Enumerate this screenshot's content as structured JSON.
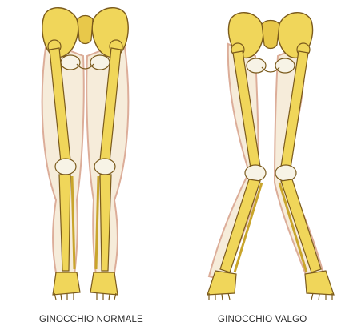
{
  "figures": [
    {
      "id": "normal",
      "caption": "GINOCCHIO NORMALE",
      "alignment": "straight"
    },
    {
      "id": "valgus",
      "caption": "GINOCCHIO VALGO",
      "alignment": "knock-knee"
    }
  ],
  "colors": {
    "bone": "#f0d65a",
    "bone_shadow": "#c9a52c",
    "bone_outline": "#7a5a1c",
    "flesh": "#f6ead7",
    "flesh_shadow": "#d9a58e",
    "joint": "#f7f3e6"
  }
}
